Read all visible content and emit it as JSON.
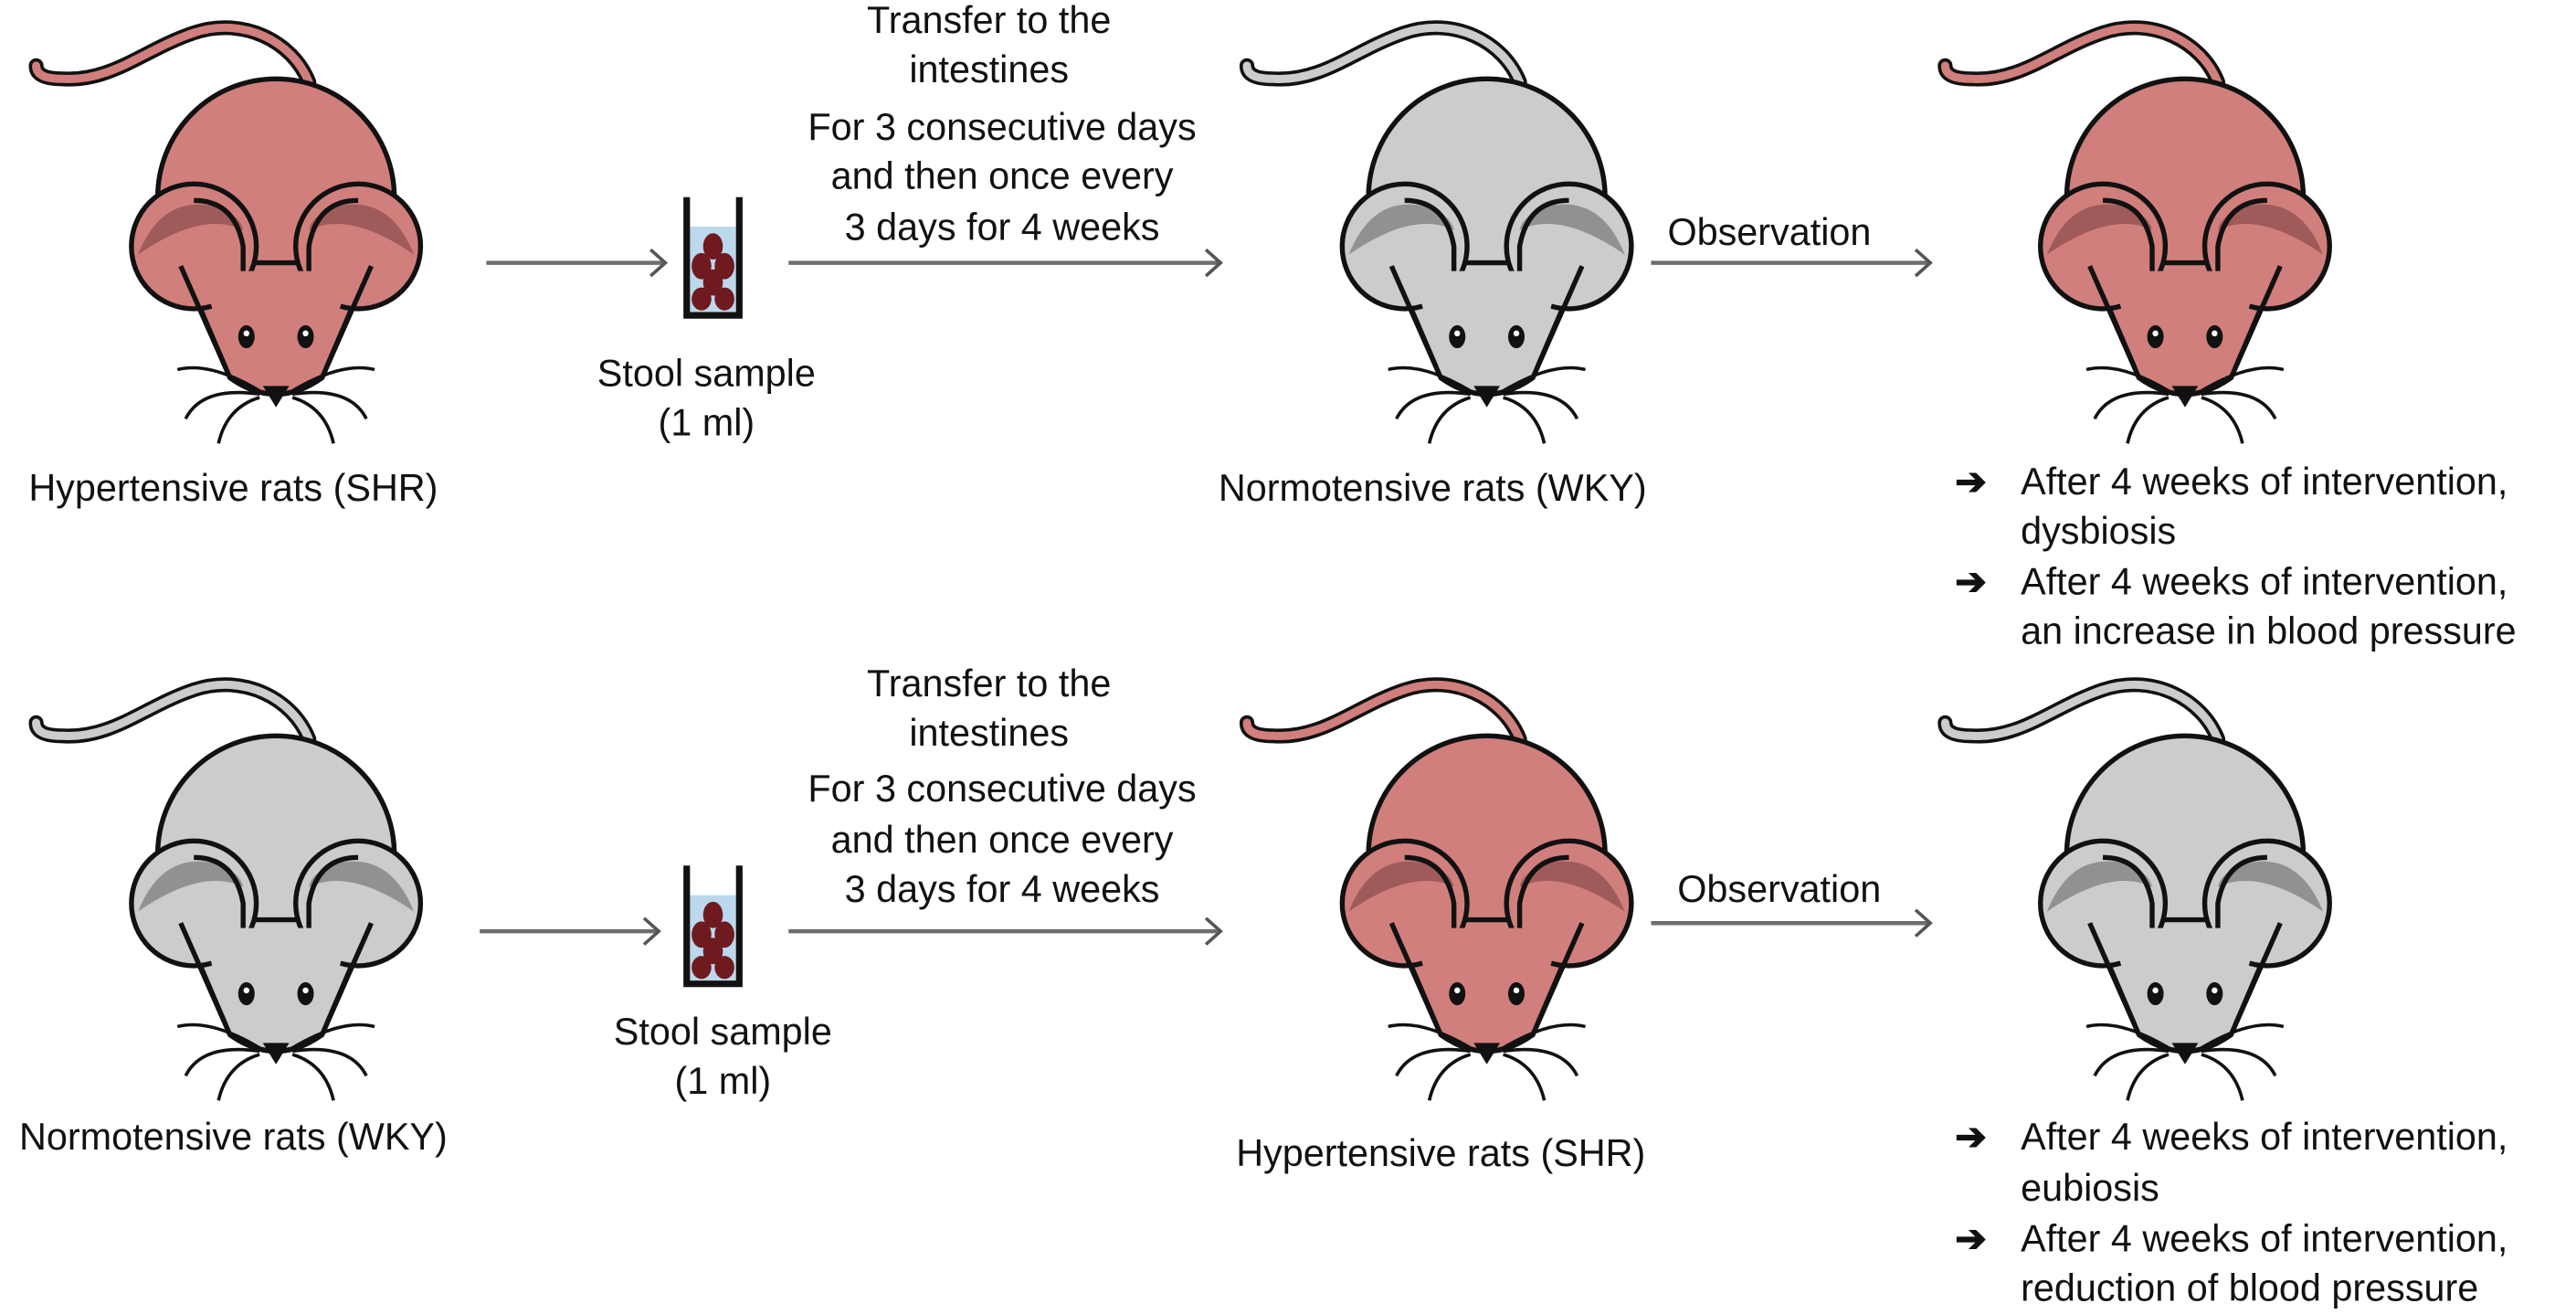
{
  "colors": {
    "hypertensive_body": "#d07f7c",
    "hypertensive_ear": "#9e5b59",
    "normotensive_body": "#cacccd",
    "normotensive_ear": "#8f9193",
    "stool": "#6e1a1f",
    "tube_fluid": "#bcd8ec"
  },
  "rows": [
    {
      "donor": {
        "label": "Hypertensive rats (SHR)",
        "type": "hypertensive"
      },
      "sample": {
        "line1": "Stool sample",
        "line2": "(1 ml)"
      },
      "transfer": {
        "title_lines": [
          "Transfer to the",
          "intestines"
        ],
        "schedule_lines": [
          "For 3 consecutive days",
          "and then once every",
          "3 days for 4 weeks"
        ]
      },
      "recipient": {
        "label": "Normotensive rats (WKY)",
        "type": "normotensive"
      },
      "observation_label": "Observation",
      "result": {
        "type": "hypertensive"
      },
      "outcomes": [
        {
          "icon": "arrow-right-icon",
          "line1": "After 4 weeks of intervention,",
          "line2": "dysbiosis"
        },
        {
          "icon": "arrow-right-icon",
          "line1": "After 4 weeks of intervention,",
          "line2": "an increase in blood pressure"
        }
      ]
    },
    {
      "donor": {
        "label": "Normotensive rats (WKY)",
        "type": "normotensive"
      },
      "sample": {
        "line1": "Stool sample",
        "line2": "(1 ml)"
      },
      "transfer": {
        "title_lines": [
          "Transfer to the",
          "intestines"
        ],
        "schedule_lines": [
          "For 3 consecutive days",
          "and then once every",
          "3 days for 4 weeks"
        ]
      },
      "recipient": {
        "label": "Hypertensive rats (SHR)",
        "type": "hypertensive"
      },
      "observation_label": "Observation",
      "result": {
        "type": "normotensive"
      },
      "outcomes": [
        {
          "icon": "arrow-right-icon",
          "line1": "After 4 weeks of intervention,",
          "line2": "eubiosis"
        },
        {
          "icon": "arrow-right-icon",
          "line1": "After 4 weeks of intervention,",
          "line2": "reduction of blood pressure"
        }
      ]
    }
  ]
}
